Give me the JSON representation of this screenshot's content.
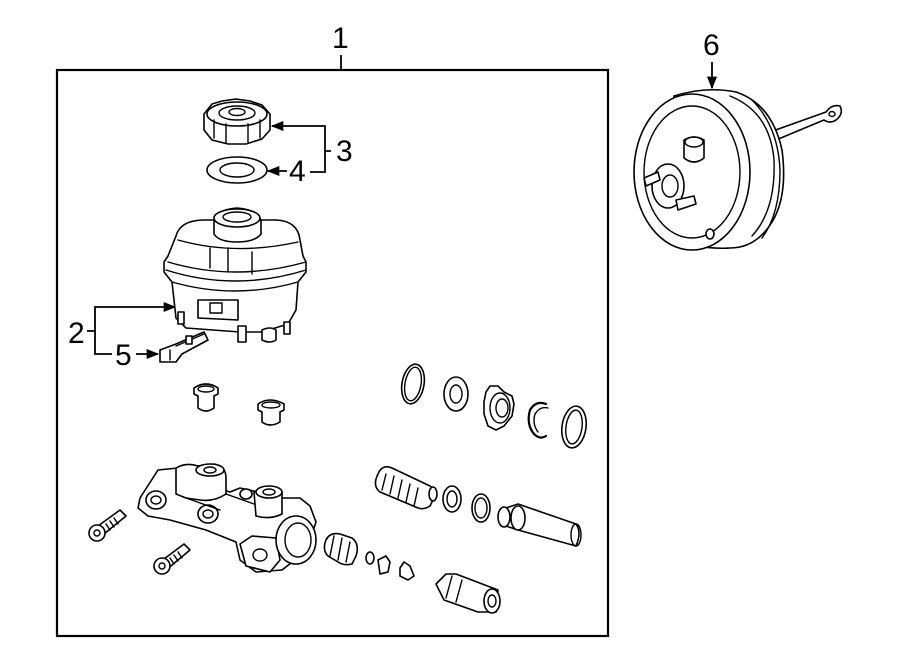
{
  "callouts": {
    "c1": "1",
    "c2": "2",
    "c3": "3",
    "c4": "4",
    "c5": "5",
    "c6": "6"
  }
}
